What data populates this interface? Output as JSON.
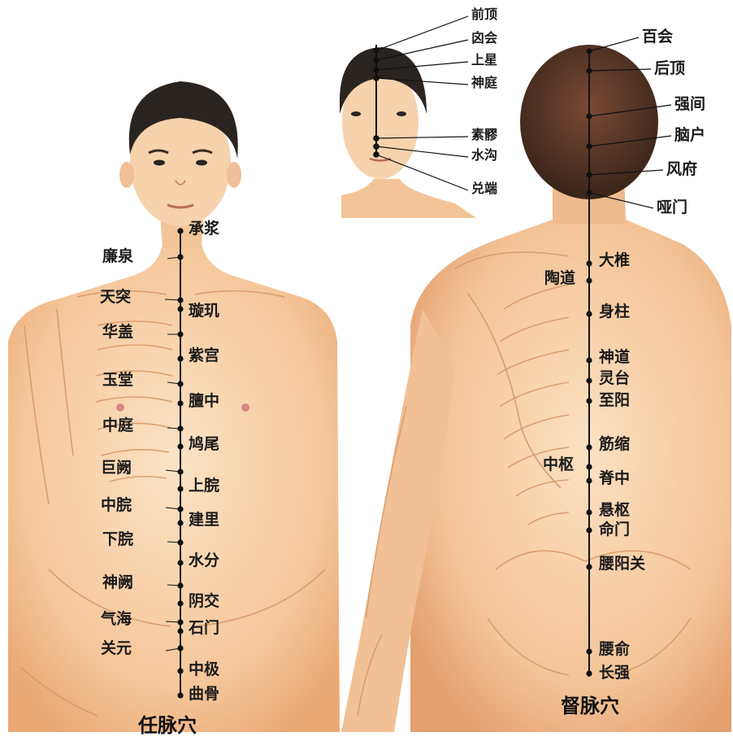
{
  "front": {
    "caption": "任脉穴",
    "points": [
      "承浆",
      "廉泉",
      "天突",
      "璇玑",
      "华盖",
      "紫宫",
      "玉堂",
      "膻中",
      "中庭",
      "鸠尾",
      "巨阙",
      "上脘",
      "中脘",
      "建里",
      "下脘",
      "水分",
      "神阙",
      "阴交",
      "气海",
      "石门",
      "关元",
      "中极",
      "曲骨"
    ]
  },
  "head": {
    "points": [
      "前顶",
      "囟会",
      "上星",
      "神庭",
      "素髎",
      "水沟",
      "兑端"
    ]
  },
  "back": {
    "caption": "督脉穴",
    "points": [
      "百会",
      "后顶",
      "强间",
      "脑户",
      "风府",
      "哑门",
      "大椎",
      "陶道",
      "身柱",
      "神道",
      "灵台",
      "至阳",
      "筋缩",
      "中枢",
      "脊中",
      "悬枢",
      "命门",
      "腰阳关",
      "腰俞",
      "长强"
    ]
  },
  "colors": {
    "skin": "#f6cfa6",
    "skin_shade": "#e7a878",
    "hair": "#2a2420",
    "line": "#111111",
    "bone": "#d79a6a"
  }
}
